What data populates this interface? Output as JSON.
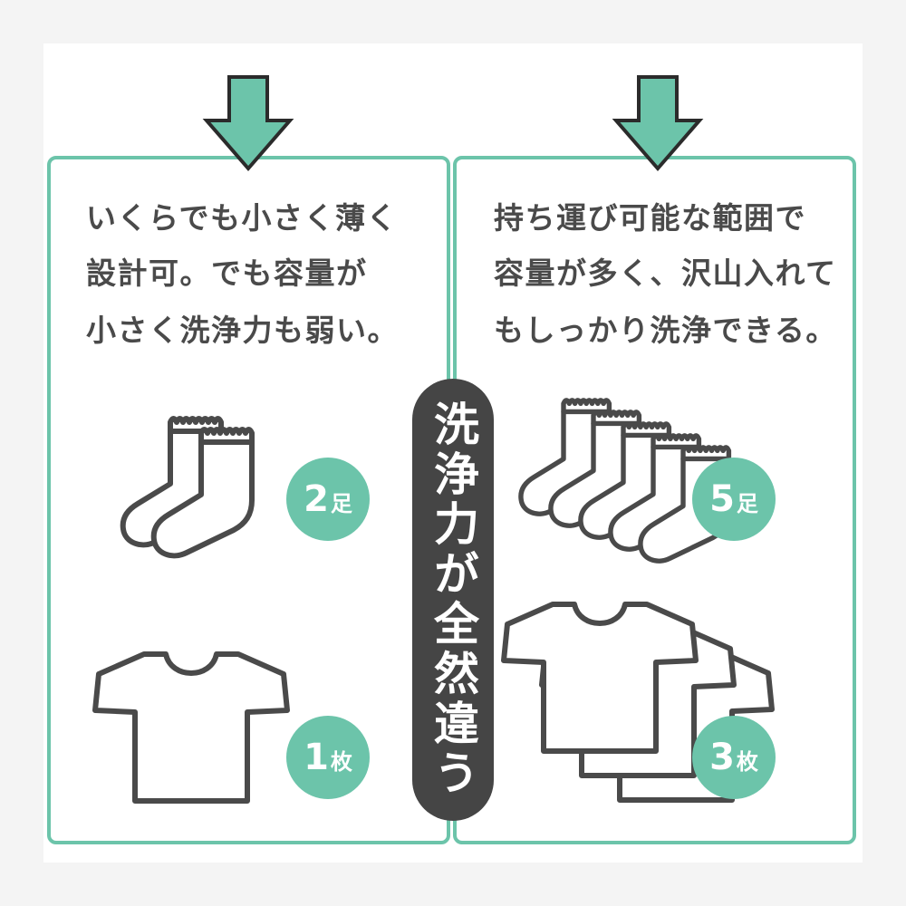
{
  "colors": {
    "accent": "#6cc4aa",
    "text": "#4a4a4a",
    "pill": "#454545",
    "icon_outline": "#4a4a4a",
    "arrow_outline": "#2b2b2b"
  },
  "left_panel": {
    "arrow_icon": "down-arrow-icon",
    "description": [
      "いくらでも小さく薄く",
      "設計可。でも容量が",
      "小さく洗浄力も弱い。"
    ],
    "socks": {
      "icon": "sock-icon",
      "count": "2",
      "unit": "足"
    },
    "shirts": {
      "icon": "t-shirt-icon",
      "count": "1",
      "unit": "枚"
    }
  },
  "right_panel": {
    "arrow_icon": "down-arrow-icon",
    "description": [
      "持ち運び可能な範囲で",
      "容量が多く、沢山入れて",
      "もしっかり洗浄できる。"
    ],
    "socks": {
      "icon": "sock-icon",
      "count": "5",
      "unit": "足"
    },
    "shirts": {
      "icon": "t-shirt-icon",
      "count": "3",
      "unit": "枚"
    }
  },
  "center_banner": "洗浄力が全然違う"
}
